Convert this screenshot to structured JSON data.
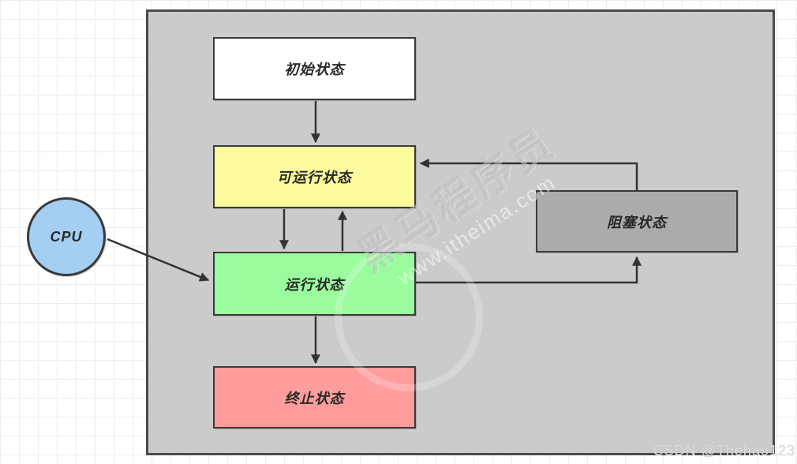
{
  "diagram": {
    "nodes": {
      "initial": {
        "label": "初始状态",
        "fill": "#ffffff"
      },
      "runnable": {
        "label": "可运行状态",
        "fill": "#fbfb9e"
      },
      "running": {
        "label": "运行状态",
        "fill": "#9afc9d"
      },
      "terminated": {
        "label": "终止状态",
        "fill": "#ff9d9d"
      },
      "blocked": {
        "label": "阻塞状态",
        "fill": "#ababab"
      },
      "cpu": {
        "label": "CPU",
        "fill": "#a5cef3"
      }
    },
    "edges": [
      {
        "from": "initial",
        "to": "runnable"
      },
      {
        "from": "runnable",
        "to": "running"
      },
      {
        "from": "running",
        "to": "runnable"
      },
      {
        "from": "running",
        "to": "terminated"
      },
      {
        "from": "cpu",
        "to": "running"
      },
      {
        "from": "blocked",
        "to": "runnable"
      },
      {
        "from": "running",
        "to": "blocked"
      }
    ],
    "colors": {
      "canvas_background": "#ffffff",
      "grid_line": "#ededed",
      "container_fill": "#cbcbcb",
      "container_border": "#4a4a4a",
      "node_border": "#3a3a3a",
      "arrow": "#333333",
      "label_text": "#282828"
    }
  },
  "watermark": {
    "brand": "黑马程序员",
    "site": "www.itheima.com",
    "credit": "CSDN @Thehao123"
  }
}
